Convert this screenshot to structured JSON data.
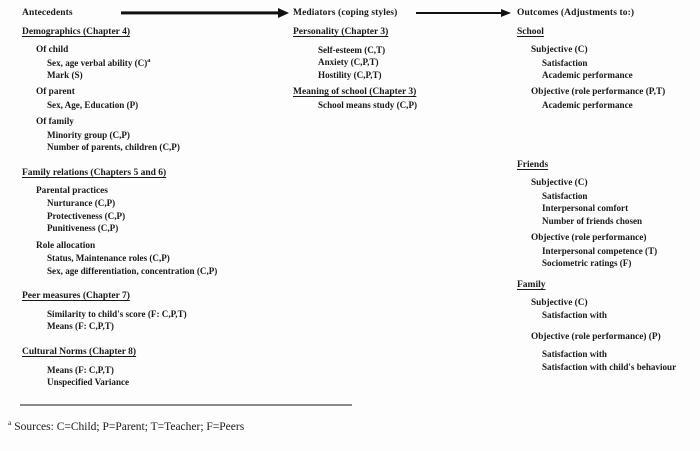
{
  "figure": {
    "footnote_marker": "a",
    "footnote_text": " Sources: C=Child; P=Parent; T=Teacher; F=Peers"
  },
  "headers": {
    "antecedents": "Antecedents",
    "mediators": "Mediators (coping styles)",
    "outcomes": "Outcomes (Adjustments to:)"
  },
  "arrows": {
    "antecedents_to_mediators": "arrow-right",
    "mediators_to_outcomes": "arrow-right"
  },
  "columns": {
    "antecedents": {
      "groups": [
        {
          "title": "Demographics (Chapter 4)",
          "subgroups": [
            {
              "label": "Of child",
              "items": [
                "Sex, age verbal ability (C)",
                "Mark (S)"
              ],
              "superscript_on_first": "a"
            },
            {
              "label": "Of parent",
              "items": [
                "Sex, Age, Education (P)"
              ]
            },
            {
              "label": "Of family",
              "items": [
                "Minority group (C,P)",
                "Number of parents, children (C,P)"
              ]
            }
          ]
        },
        {
          "title": "Family relations (Chapters 5 and 6)",
          "subgroups": [
            {
              "label": "Parental practices",
              "items": [
                "Nurturance (C,P)",
                "Protectiveness (C,P)",
                "Punitiveness (C,P)"
              ]
            },
            {
              "label": "Role allocation",
              "items": [
                "Status, Maintenance roles (C,P)",
                "Sex, age differentiation, concentration (C,P)"
              ]
            }
          ]
        },
        {
          "title": "Peer measures (Chapter 7)",
          "subgroups": [
            {
              "label": "",
              "items": [
                "Similarity to child's score (F: C,P,T)",
                "Means (F: C,P,T)"
              ]
            }
          ]
        },
        {
          "title": "Cultural Norms (Chapter 8)",
          "subgroups": [
            {
              "label": "",
              "items": [
                "Means (F: C,P,T)",
                "Unspecified Variance"
              ]
            }
          ]
        }
      ]
    },
    "mediators": {
      "groups": [
        {
          "title": "Personality (Chapter 3)",
          "items": [
            "Self-esteem (C,T)",
            "Anxiety (C,P,T)",
            "Hostility (C,P,T)"
          ]
        },
        {
          "title": "Meaning of school (Chapter 3)",
          "items": [
            "School means study (C,P)"
          ]
        }
      ]
    },
    "outcomes": {
      "groups": [
        {
          "title": "School",
          "subgroups": [
            {
              "label": "Subjective (C)",
              "items": [
                "Satisfaction",
                "Academic performance"
              ]
            },
            {
              "label": "Objective (role performance (P,T)",
              "items": [
                "Academic performance"
              ]
            }
          ]
        },
        {
          "title": "Friends",
          "subgroups": [
            {
              "label": "Subjective (C)",
              "items": [
                "Satisfaction",
                "Interpersonal comfort",
                "Number of friends chosen"
              ]
            },
            {
              "label": "Objective (role performance)",
              "items": [
                "Interpersonal competence (T)",
                "Sociometric ratings (F)"
              ]
            }
          ]
        },
        {
          "title": "Family",
          "subgroups": [
            {
              "label": "Subjective (C)",
              "items": [
                "Satisfaction with"
              ]
            },
            {
              "label": "Objective (role performance) (P)",
              "items": [
                "Satisfaction with",
                "Satisfaction with child's behaviour"
              ]
            }
          ]
        }
      ]
    }
  }
}
